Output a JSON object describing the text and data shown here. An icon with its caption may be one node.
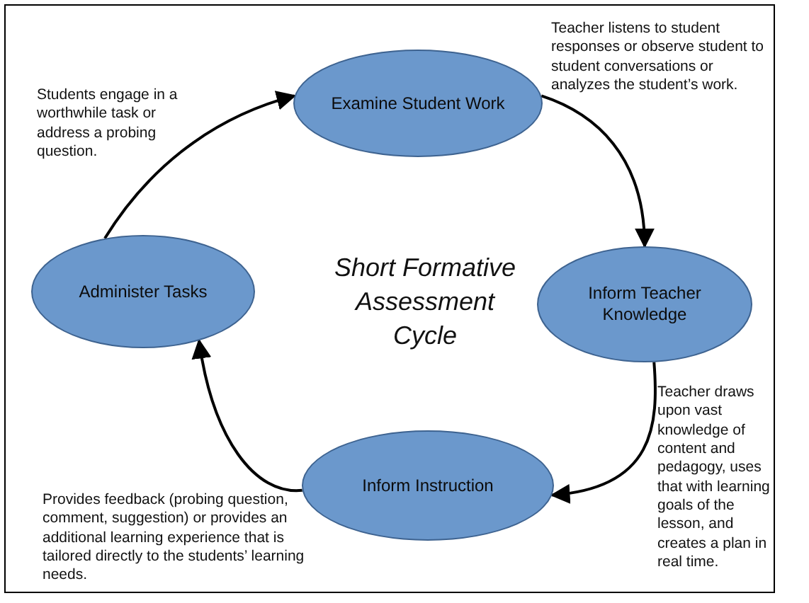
{
  "diagram": {
    "nodes": [
      {
        "text": [
          "Examine Student Work"
        ]
      },
      {
        "text": [
          "Administer Tasks"
        ]
      },
      {
        "text": [
          "Inform Teacher Knowledge"
        ]
      },
      {
        "text": [
          "Inform Instruction"
        ]
      }
    ],
    "edges": [
      {
        "from": 1,
        "to": 0,
        "arrow": "to"
      },
      {
        "from": 0,
        "to": 2,
        "arrow": "to"
      },
      {
        "from": 2,
        "to": 3,
        "arrow": "to"
      },
      {
        "from": 3,
        "to": 1,
        "arrow": "to"
      }
    ],
    "labels": [
      "Students engage in a worthwhile task or address a probing question.",
      "Teacher listens to student responses or observe student to student conversations or analyzes the student’s work.",
      "Short Formative Assessment Cycle",
      "Teacher draws upon vast knowledge of content and pedagogy, uses that with learning goals of the lesson, and creates a plan in real time.",
      "Provides feedback (probing question, comment, suggestion) or provides an additional learning experience that is tailored directly to the students’ learning needs."
    ]
  }
}
